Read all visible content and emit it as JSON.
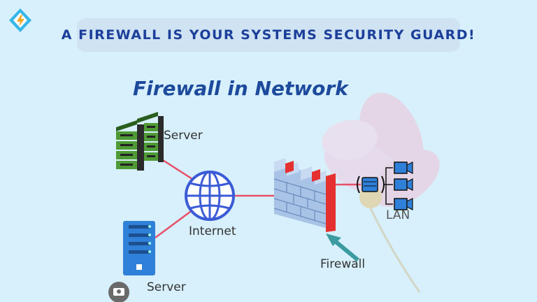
{
  "banner": {
    "text": "A FIREWALL IS YOUR SYSTEMS SECURITY GUARD!"
  },
  "diagram": {
    "title": "Firewall in Network",
    "labels": {
      "server_top": "Server",
      "internet": "Internet",
      "server_bottom": "Server",
      "firewall": "Firewall",
      "lan": "LAN"
    }
  },
  "colors": {
    "background": "#d7f0fb",
    "banner_bg": "#cfe3f3",
    "banner_text": "#1c3f9a",
    "title": "#1d4a9c",
    "link_line": "#e8506a",
    "globe": "#3b5bd6",
    "server_green": "#3e8a2c",
    "server_blue": "#2f80d8",
    "firewall_brick": "#a8c3e6",
    "firewall_red": "#e4312f",
    "arrow": "#3b9ba0"
  }
}
